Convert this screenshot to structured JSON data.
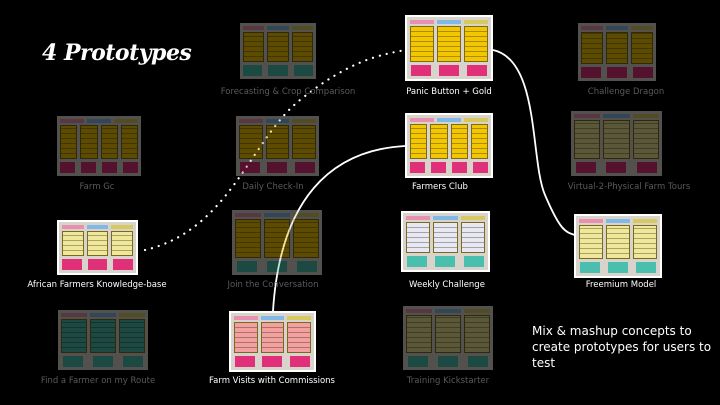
{
  "title": "4 Prototypes",
  "caption": "Mix & mashup concepts to create prototypes for users to test",
  "colors": {
    "yellow": "#f2c600",
    "pink": "#e0307a",
    "paleyellow": "#efe79a",
    "teal": "#4bbfae",
    "salmon": "#f2a0a0",
    "lavender": "#e8e8f4"
  },
  "concepts": [
    {
      "label": "Forecasting & Crop Comparison",
      "highlighted": false,
      "sheets": 3,
      "sheet": "#f2c600",
      "note": "#4bbfae"
    },
    {
      "label": "Panic Button + Gold",
      "highlighted": true,
      "sheets": 3,
      "sheet": "#f2c600",
      "note": "#e0307a"
    },
    {
      "label": "Challenge Dragon",
      "highlighted": false,
      "sheets": 3,
      "sheet": "#f2c600",
      "note": "#e0307a"
    },
    {
      "label": "Farm Gc",
      "highlighted": false,
      "sheets": 4,
      "sheet": "#f2c600",
      "note": "#e0307a"
    },
    {
      "label": "Daily Check-In",
      "highlighted": false,
      "sheets": 3,
      "sheet": "#f2c600",
      "note": "#e0307a"
    },
    {
      "label": "Farmers Club",
      "highlighted": true,
      "sheets": 4,
      "sheet": "#f2c600",
      "note": "#e0307a"
    },
    {
      "label": "Virtual-2-Physical Farm Tours",
      "highlighted": false,
      "sheets": 3,
      "sheet": "#efe79a",
      "note": "#e0307a"
    },
    {
      "label": "African Farmers Knowledge-base",
      "highlighted": true,
      "sheets": 3,
      "sheet": "#efe79a",
      "note": "#e0307a"
    },
    {
      "label": "Join the Conversation",
      "highlighted": false,
      "sheets": 3,
      "sheet": "#f2c600",
      "note": "#4bbfae"
    },
    {
      "label": "Weekly Challenge",
      "highlighted": true,
      "sheets": 3,
      "sheet": "#e8e8f4",
      "note": "#4bbfae"
    },
    {
      "label": "Freemium Model",
      "highlighted": true,
      "sheets": 3,
      "sheet": "#efe79a",
      "note": "#4bbfae"
    },
    {
      "label": "Find a Farmer on my Route",
      "highlighted": false,
      "sheets": 3,
      "sheet": "#4bbfae",
      "note": "#4bbfae"
    },
    {
      "label": "Farm Visits with Commissions",
      "highlighted": true,
      "sheets": 3,
      "sheet": "#f2a0a0",
      "note": "#e0307a"
    },
    {
      "label": "Training Kickstarter",
      "highlighted": false,
      "sheets": 3,
      "sheet": "#efe79a",
      "note": "#4bbfae"
    }
  ]
}
